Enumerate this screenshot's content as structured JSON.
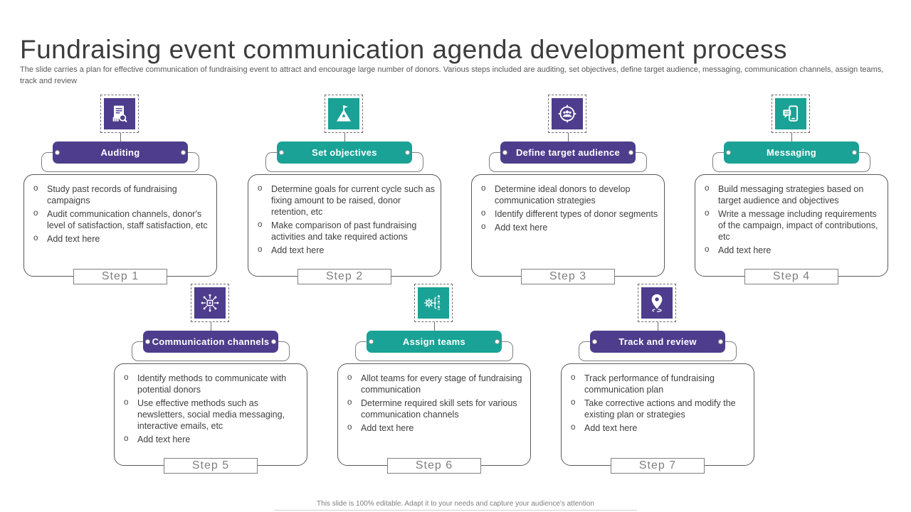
{
  "slide": {
    "title": "Fundraising event communication agenda development process",
    "subtitle": "The slide carries a plan for effective communication of fundraising event to attract and encourage large number of donors. Various steps included are auditing, set objectives, define target audience, messaging, communication channels, assign teams, track and review",
    "footer": "This slide is 100% editable. Adapt it to your needs and capture your audience's attention"
  },
  "colors": {
    "purple": "#4e3d8c",
    "teal": "#1aa296"
  },
  "steps": [
    {
      "title": "Auditing",
      "step_label": "Step 1",
      "color": "purple",
      "icon": "audit-report-icon",
      "bullets": [
        "Study past records of fundraising campaigns",
        "Audit communication channels, donor's level of satisfaction, staff satisfaction, etc",
        "Add text here"
      ]
    },
    {
      "title": "Set objectives",
      "step_label": "Step 2",
      "color": "teal",
      "icon": "goal-flag-mountain-icon",
      "bullets": [
        "Determine goals for current cycle such as fixing amount to be raised, donor retention, etc",
        "Make comparison of past fundraising activities and take required actions",
        "Add text here"
      ]
    },
    {
      "title": "Define target audience",
      "step_label": "Step 3",
      "color": "purple",
      "icon": "target-audience-icon",
      "bullets": [
        "Determine ideal donors to develop communication strategies",
        "Identify different types of donor segments",
        "Add text here"
      ]
    },
    {
      "title": "Messaging",
      "step_label": "Step 4",
      "color": "teal",
      "icon": "mobile-message-icon",
      "bullets": [
        "Build messaging strategies based on target audience and objectives",
        "Write a message including requirements of the campaign, impact of contributions, etc",
        "Add text here"
      ]
    },
    {
      "title": "Communication channels",
      "step_label": "Step 5",
      "color": "purple",
      "icon": "network-hub-icon",
      "bullets": [
        "Identify methods to communicate with potential donors",
        "Use effective methods such as newsletters, social media messaging, interactive emails, etc",
        "Add text here"
      ]
    },
    {
      "title": "Assign teams",
      "step_label": "Step 6",
      "color": "teal",
      "icon": "team-structure-gear-icon",
      "bullets": [
        "Allot teams for every stage of fundraising communication",
        "Determine required skill sets for various communication channels",
        "Add text here"
      ]
    },
    {
      "title": "Track and review",
      "step_label": "Step 7",
      "color": "purple",
      "icon": "location-pin-icon",
      "bullets": [
        "Track performance of fundraising communication plan",
        "Take corrective actions and modify the existing plan or strategies",
        "Add text here"
      ]
    }
  ]
}
